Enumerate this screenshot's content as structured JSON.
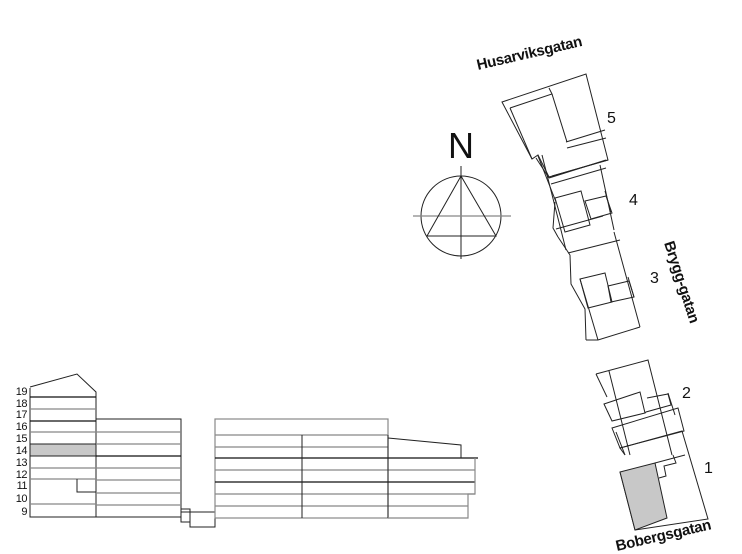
{
  "streets": {
    "north": "Husarviksgatan",
    "east": "Brygg-gatan",
    "south": "Bobergsgatan"
  },
  "compass": {
    "label": "N"
  },
  "buildings": [
    {
      "number": "1"
    },
    {
      "number": "2"
    },
    {
      "number": "3"
    },
    {
      "number": "4"
    },
    {
      "number": "5"
    }
  ],
  "elevation": {
    "floors": [
      "19",
      "18",
      "17",
      "16",
      "15",
      "14",
      "13",
      "12",
      "11",
      "10",
      "9"
    ],
    "highlighted_floor": "14"
  },
  "colors": {
    "line": "#222222",
    "highlight_fill": "#c8c8c8",
    "background": "#ffffff"
  }
}
